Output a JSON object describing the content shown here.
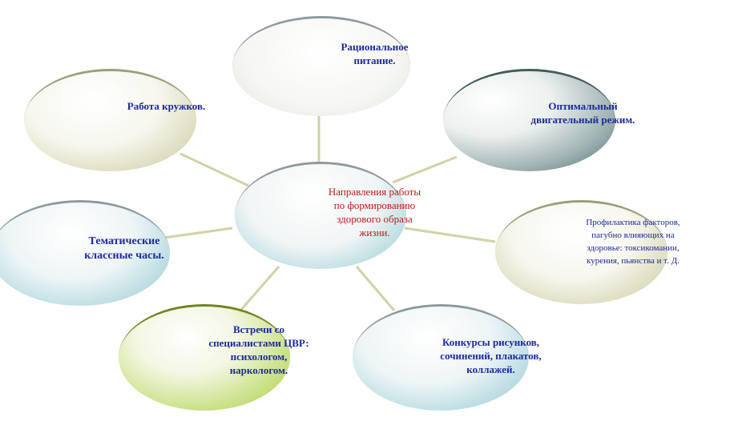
{
  "diagram": {
    "center": {
      "lines": [
        "Направления работы",
        "по формированию",
        "здорового образа",
        "жизни."
      ],
      "color": "#c01818"
    },
    "nodes": [
      {
        "id": "nutrition",
        "lines": [
          "Рациональное",
          "питание."
        ]
      },
      {
        "id": "clubs",
        "lines": [
          "Работа  кружков."
        ]
      },
      {
        "id": "motion",
        "lines": [
          "Оптимальный",
          "двигательный режим."
        ]
      },
      {
        "id": "prevention",
        "lines": [
          "Профилактика факторов,",
          "пагубно влияющих на",
          "здоровье: токсикомании,",
          "курения, пьянства и т. Д."
        ]
      },
      {
        "id": "class-hours",
        "lines": [
          "Тематические",
          "классные часы."
        ]
      },
      {
        "id": "meetings",
        "lines": [
          "Встречи со",
          "специалистами ЦВР:",
          "психологом,",
          "наркологом."
        ]
      },
      {
        "id": "contests",
        "lines": [
          "Конкурсы рисунков,",
          "сочинений, плакатов,",
          "коллажей."
        ]
      }
    ],
    "colors": {
      "text": "#1c2a9c",
      "connector": "#d2d2a6",
      "teal": "#8fc9d2",
      "olive": "#c8c89a",
      "green": "#a8cf3c",
      "slate": "#4c6a6c"
    }
  }
}
